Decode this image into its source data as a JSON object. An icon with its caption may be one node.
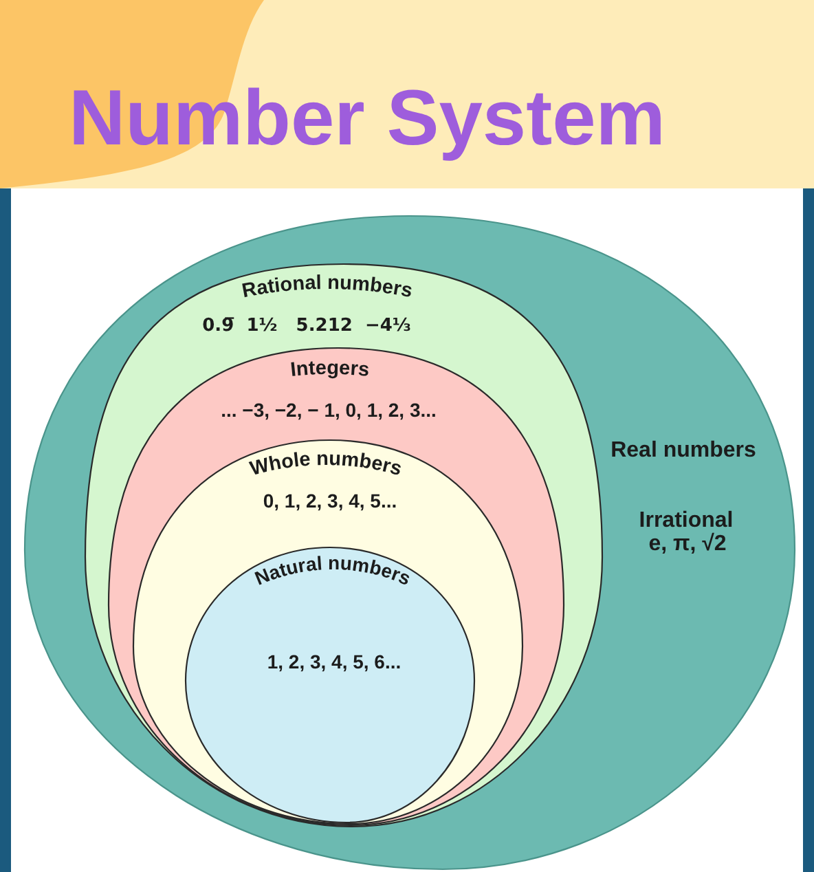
{
  "diagram": {
    "title": "Number System",
    "nodes": [
      {
        "text": [
          "Real numbers",
          "Irrational",
          "e, π, √2"
        ]
      },
      {
        "text": [
          "Rational numbers",
          "0.9̅  1½   5.212  −4⅓"
        ],
        "in": 0
      },
      {
        "text": [
          "Integers",
          "... −3, −2, − 1, 0, 1, 2, 3..."
        ],
        "in": 1
      },
      {
        "text": [
          "Whole numbers",
          "0, 1, 2, 3, 4, 5..."
        ],
        "in": 2
      },
      {
        "text": [
          "Natural numbers",
          "1, 2, 3, 4, 5, 6..."
        ],
        "in": 3
      }
    ]
  }
}
